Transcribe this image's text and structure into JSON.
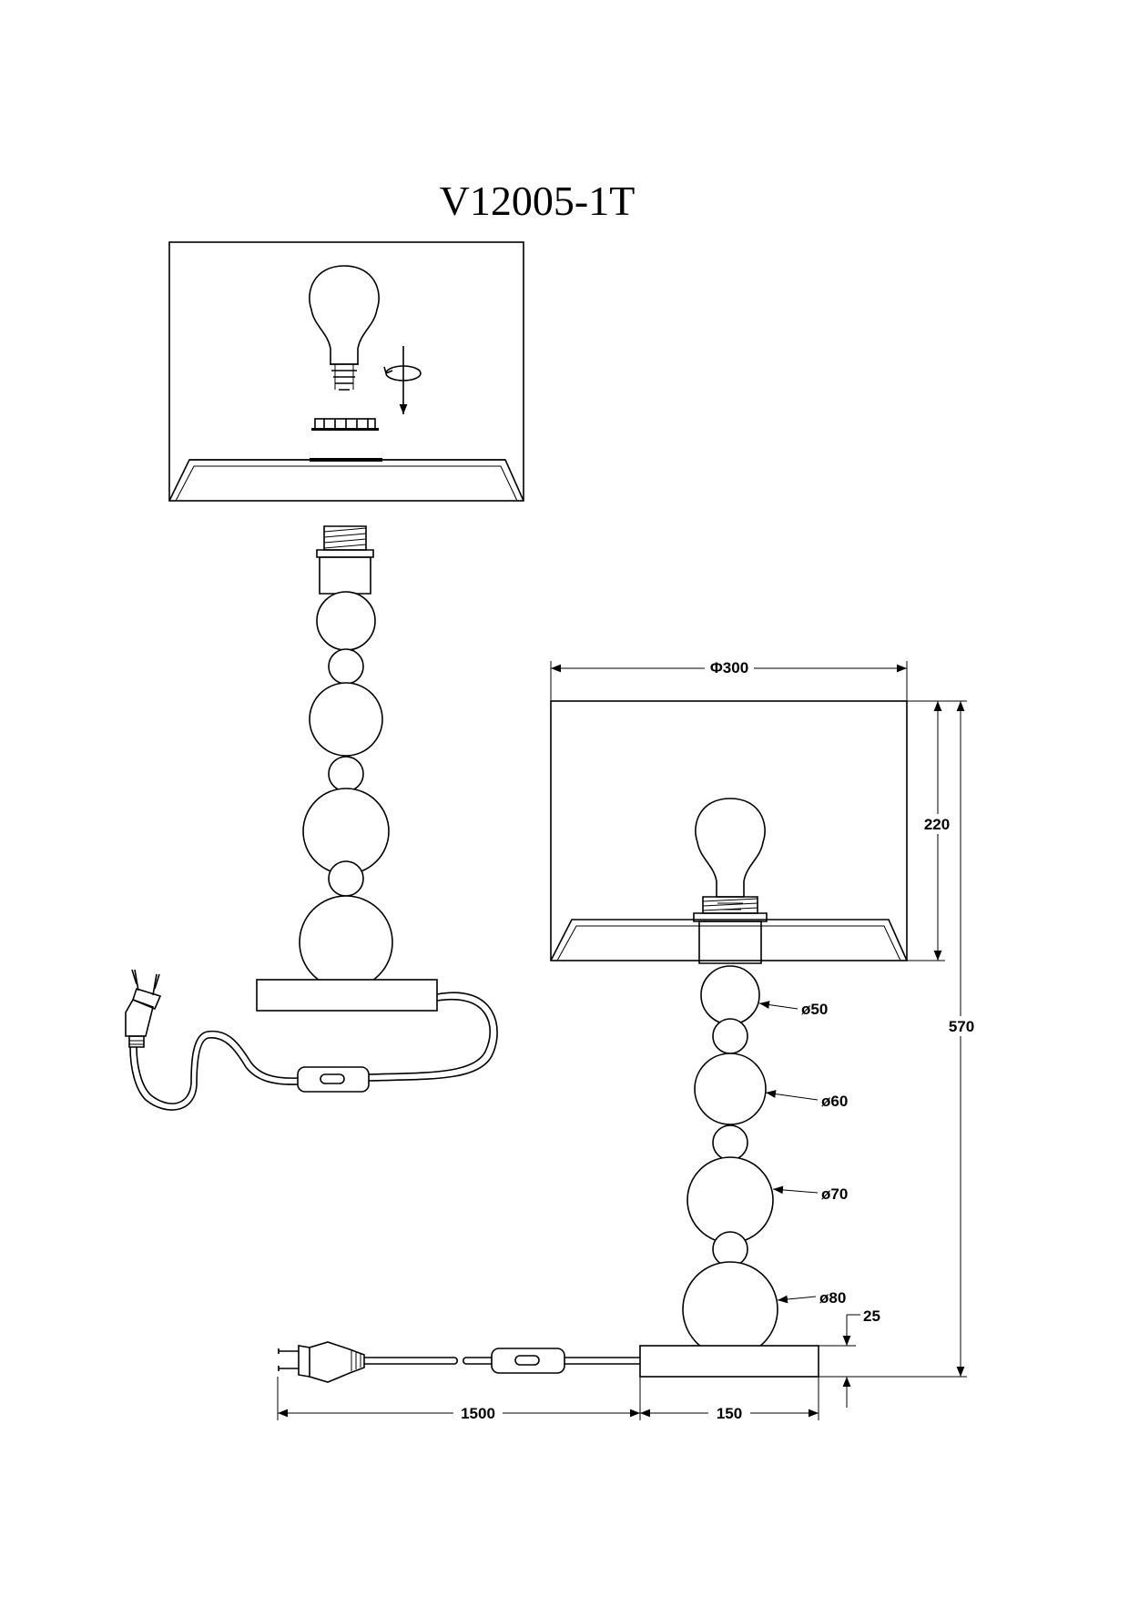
{
  "title": "V12005-1T",
  "colors": {
    "line": "#000000",
    "background": "#ffffff"
  },
  "dimensions": {
    "shade_diameter": "Φ300",
    "shade_height": "220",
    "total_height": "570",
    "base_height": "25",
    "base_width": "150",
    "cable_length": "1500"
  },
  "bead_diameters": [
    "ø50",
    "ø60",
    "ø70",
    "ø80"
  ]
}
